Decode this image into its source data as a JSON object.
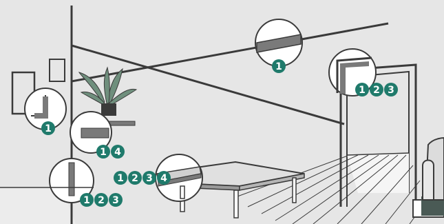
{
  "colors": {
    "background": "#e6e6e6",
    "floor": "#f2f2f2",
    "line": "#3a3a3a",
    "tape": "#7a7a7a",
    "badge": "#1f7a6b",
    "plant": "#5b8f74",
    "white": "#ffffff"
  },
  "badges": {
    "top_beam": [
      "1"
    ],
    "door_corner": [
      "1",
      "2",
      "3"
    ],
    "picture_frame": [
      "1"
    ],
    "shelf": [
      "1",
      "4"
    ],
    "wall_corner": [
      "1",
      "2",
      "3"
    ],
    "table_edge": [
      "1",
      "2",
      "3",
      "4"
    ]
  }
}
